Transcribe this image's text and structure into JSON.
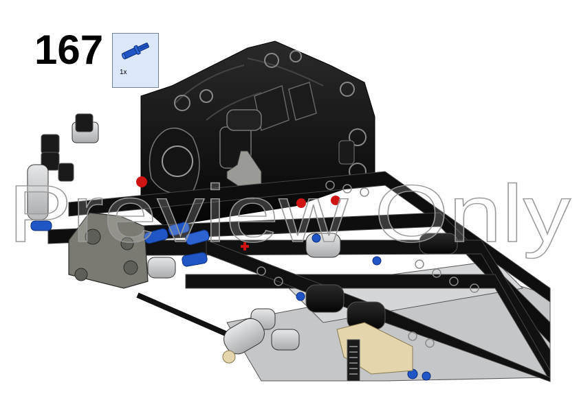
{
  "step": {
    "number": "167"
  },
  "parts_list": [
    {
      "part": "blue-axle-pin-icon",
      "quantity": "1x"
    }
  ],
  "watermark": {
    "text": "Preview Only"
  },
  "colors": {
    "black_beam": "#111111",
    "light_gray": "#c9cbcc",
    "dark_gray": "#7a7a72",
    "blue_pin": "#1f55c4",
    "red_pin": "#d01414",
    "tan": "#e4d5ad",
    "parts_box_bg": "#dce8fa"
  }
}
